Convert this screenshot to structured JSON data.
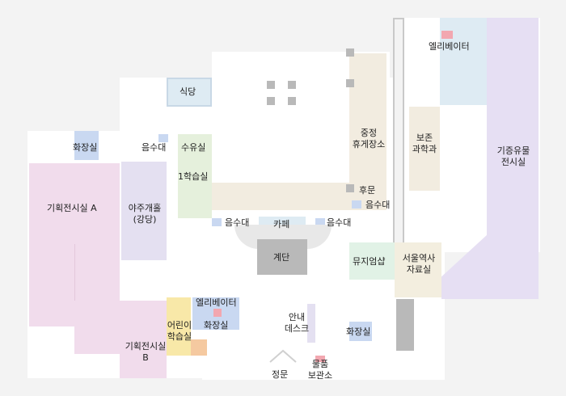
{
  "colors": {
    "exhibit_pink": "#f1dcec",
    "lavender": "#e4e0f1",
    "purple_hall": "#e6dff3",
    "green": "#e5f0dc",
    "beige": "#f2ece0",
    "light_blue": "#deebf3",
    "mint": "#e1f2e6",
    "cream": "#f3eedf",
    "yellow": "#f8e8a8",
    "restroom_blue": "#c9d8f1",
    "elevator_red": "#f2a7b0",
    "gray_wall": "#b9b9b9"
  },
  "rooms": {
    "cafeteria": "식당",
    "restroom_top_left": "화장실",
    "water_top_left": "음수대",
    "nursing_room": "수유실",
    "learning_room_1": "1학습실",
    "special_exhibit_a": "기획전시실 A",
    "concert_hall": "야주개홀\n(강당)",
    "special_exhibit_b": "기획전시실\nB",
    "central_lounge": "중정\n휴게장소",
    "back_gate": "후문",
    "water_right": "음수대",
    "water_mid_left": "음수대",
    "cafe": "카페",
    "water_mid_right": "음수대",
    "stairs": "계단",
    "conservation_lab": "보존\n과학과",
    "elevator_top": "엘리베이터",
    "donation_gallery": "기증유물\n전시실",
    "museum_shop": "뮤지엄샵",
    "seoul_archive": "서울역사\n자료실",
    "kids_learning_room": "어린이\n학습실",
    "elevator_bottom": "엘리베이터",
    "restroom_bottom_left": "화장실",
    "info_desk": "안내\n데스크",
    "restroom_bottom_right": "화장실",
    "main_gate": "정문",
    "cloakroom": "물품\n보관소"
  }
}
